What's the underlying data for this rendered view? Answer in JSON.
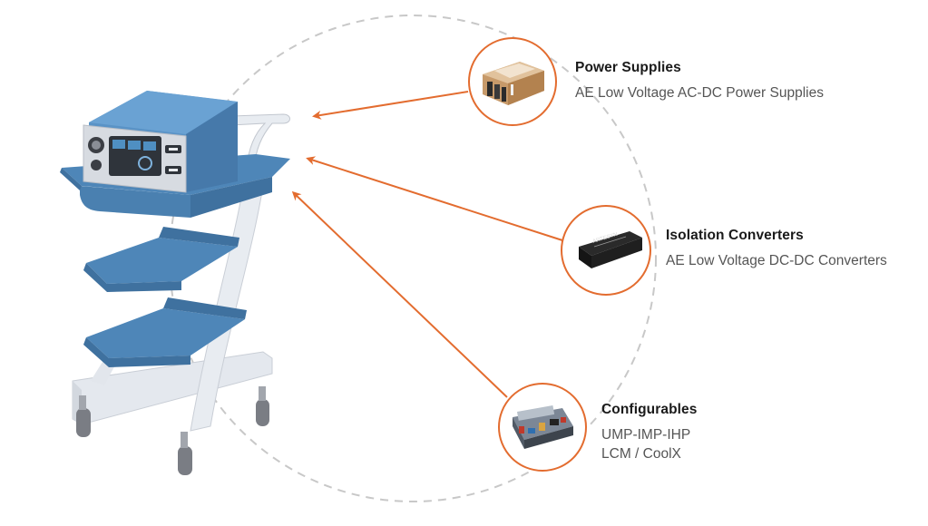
{
  "colors": {
    "accent": "#e36c2f",
    "dashed_circle": "#c8c8c8",
    "cart_blue": "#4e86b8",
    "title_text": "#1a1a1a",
    "sub_text": "#555555"
  },
  "products": [
    {
      "title": "Power Supplies",
      "subtitle_lines": [
        "AE Low Voltage AC-DC Power Supplies"
      ],
      "icon": "power-supply-unit-photo"
    },
    {
      "title": "Isolation Converters",
      "subtitle_lines": [
        "AE Low Voltage DC-DC Converters"
      ],
      "icon": "dc-dc-converter-module-photo",
      "module_marking": "ARTESYN"
    },
    {
      "title": "Configurables",
      "subtitle_lines": [
        "UMP-IMP-IHP",
        "LCM / CoolX"
      ],
      "icon": "configurable-power-board-photo"
    }
  ],
  "device": {
    "icon": "medical-cart-with-electrosurgical-unit"
  }
}
